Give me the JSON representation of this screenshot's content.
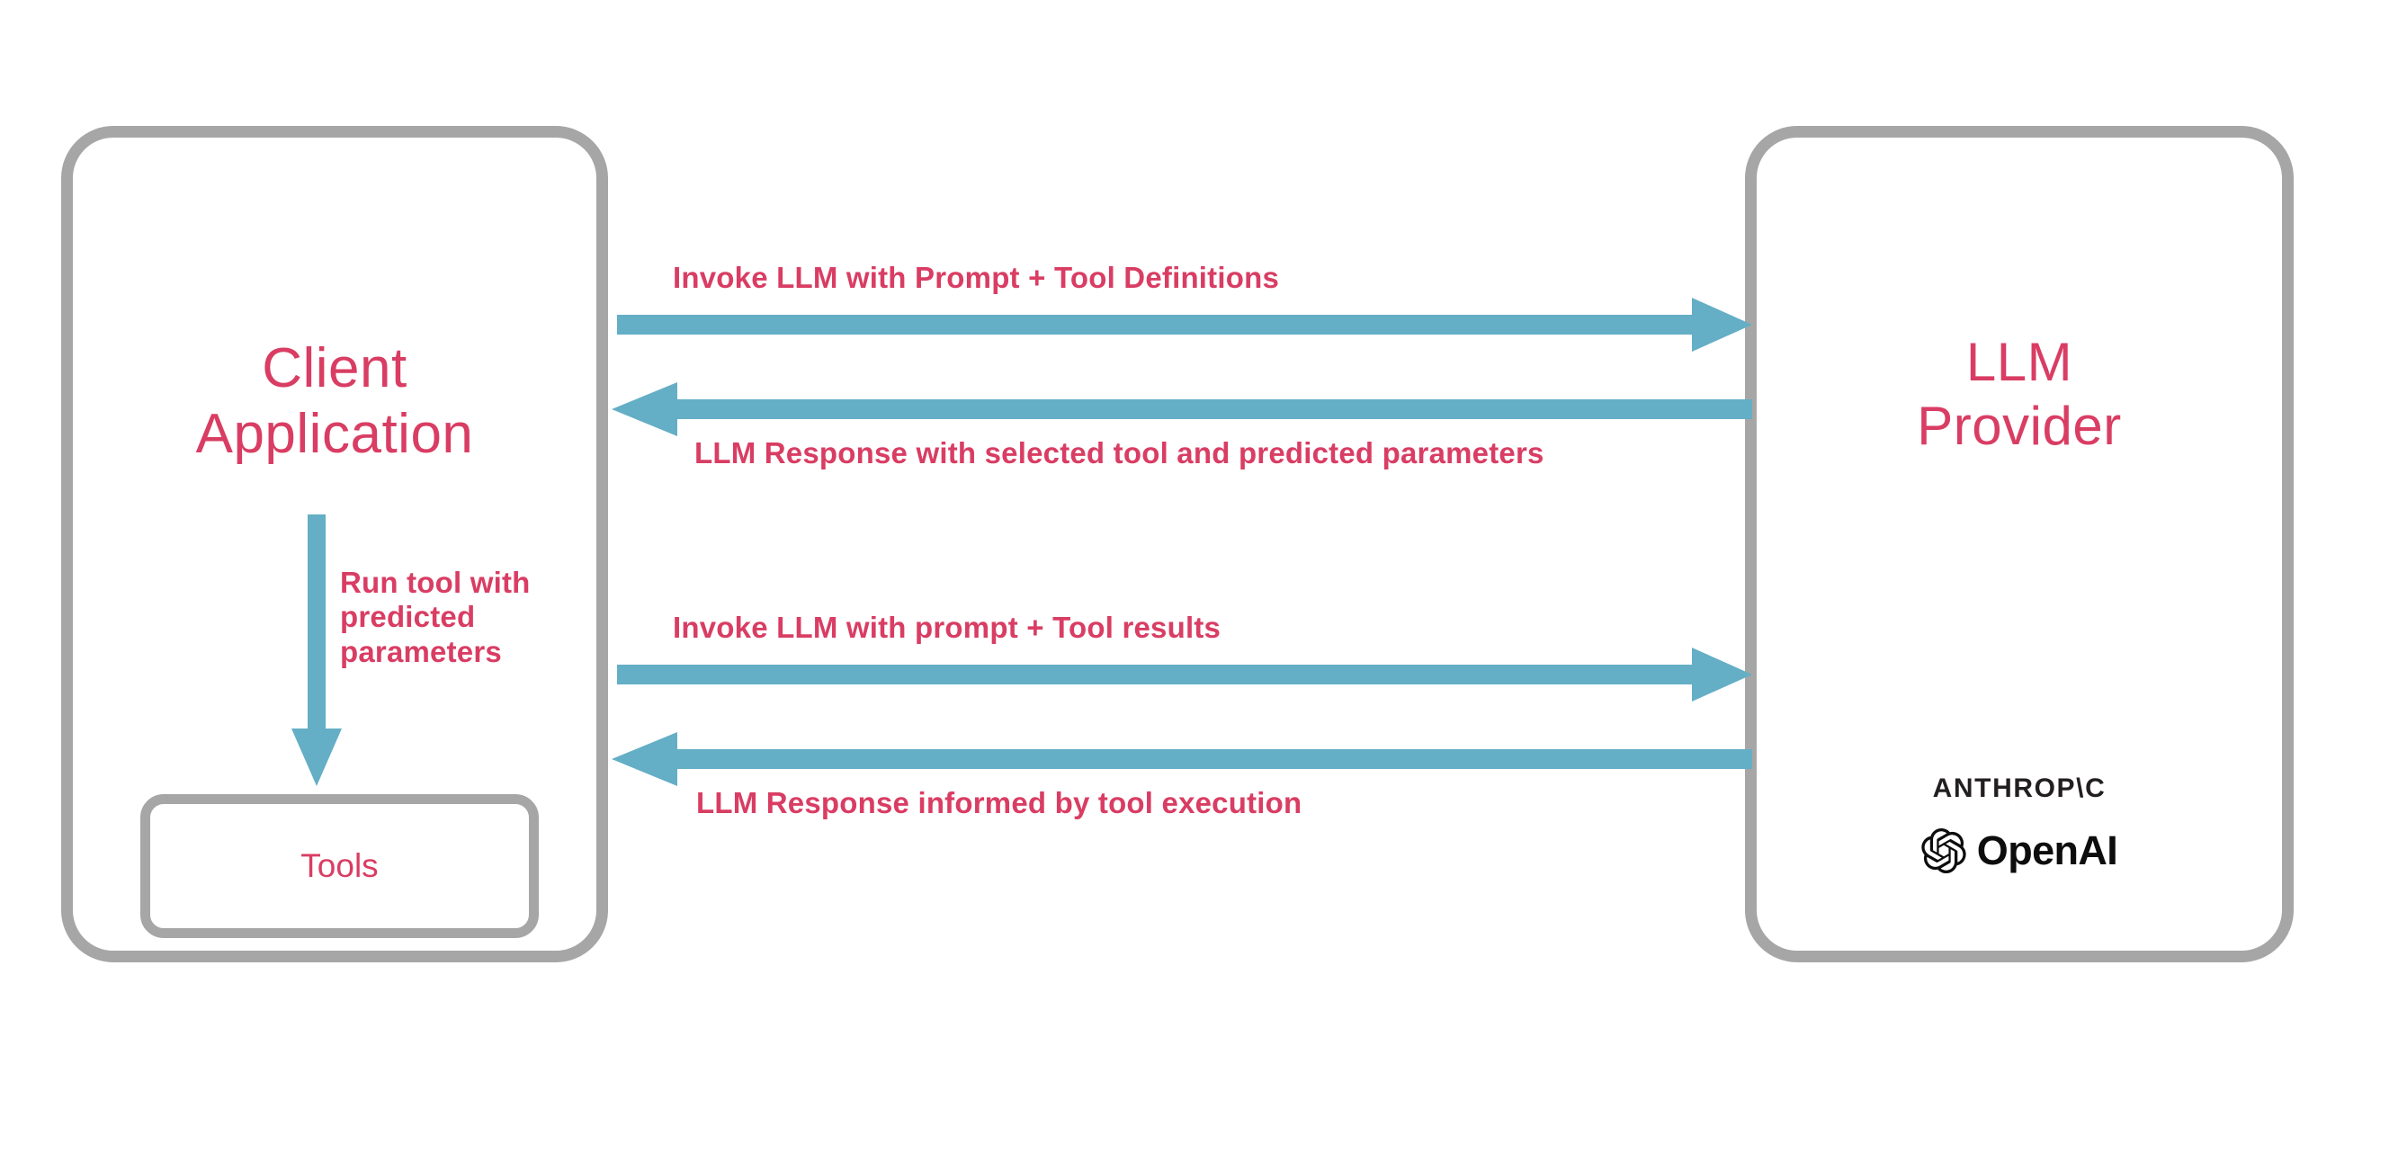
{
  "diagram": {
    "title": "LLM tool-calling interaction flow",
    "colors": {
      "box_border": "#a6a6a6",
      "arrow_blue": "#64aec6",
      "text_pink": "#d93d63",
      "logo_black": "#231f20",
      "background": "#ffffff"
    }
  },
  "client": {
    "title": "Client\nApplication",
    "title_line1": "Client",
    "title_line2": "Application",
    "tools_label": "Tools"
  },
  "provider": {
    "title_line1": "LLM",
    "title_line2": "Provider",
    "brands": [
      {
        "name": "anthropic-logo",
        "text": "ANTHROP\\C"
      },
      {
        "name": "openai-logo",
        "text": "OpenAI"
      }
    ]
  },
  "arrows": [
    {
      "id": "invoke-1",
      "label": "Invoke LLM with Prompt + Tool Definitions",
      "direction": "right",
      "from": "Client Application",
      "to": "LLM Provider"
    },
    {
      "id": "response-1",
      "label": "LLM Response with selected tool and predicted parameters",
      "direction": "left",
      "from": "LLM Provider",
      "to": "Client Application"
    },
    {
      "id": "run-tool",
      "label": "Run tool with predicted parameters",
      "direction": "down",
      "from": "Client Application",
      "to": "Tools"
    },
    {
      "id": "invoke-2",
      "label": "Invoke LLM with prompt + Tool results",
      "direction": "right",
      "from": "Client Application",
      "to": "LLM Provider"
    },
    {
      "id": "response-2",
      "label": "LLM Response informed by tool execution",
      "direction": "left",
      "from": "LLM Provider",
      "to": "Client Application"
    }
  ]
}
